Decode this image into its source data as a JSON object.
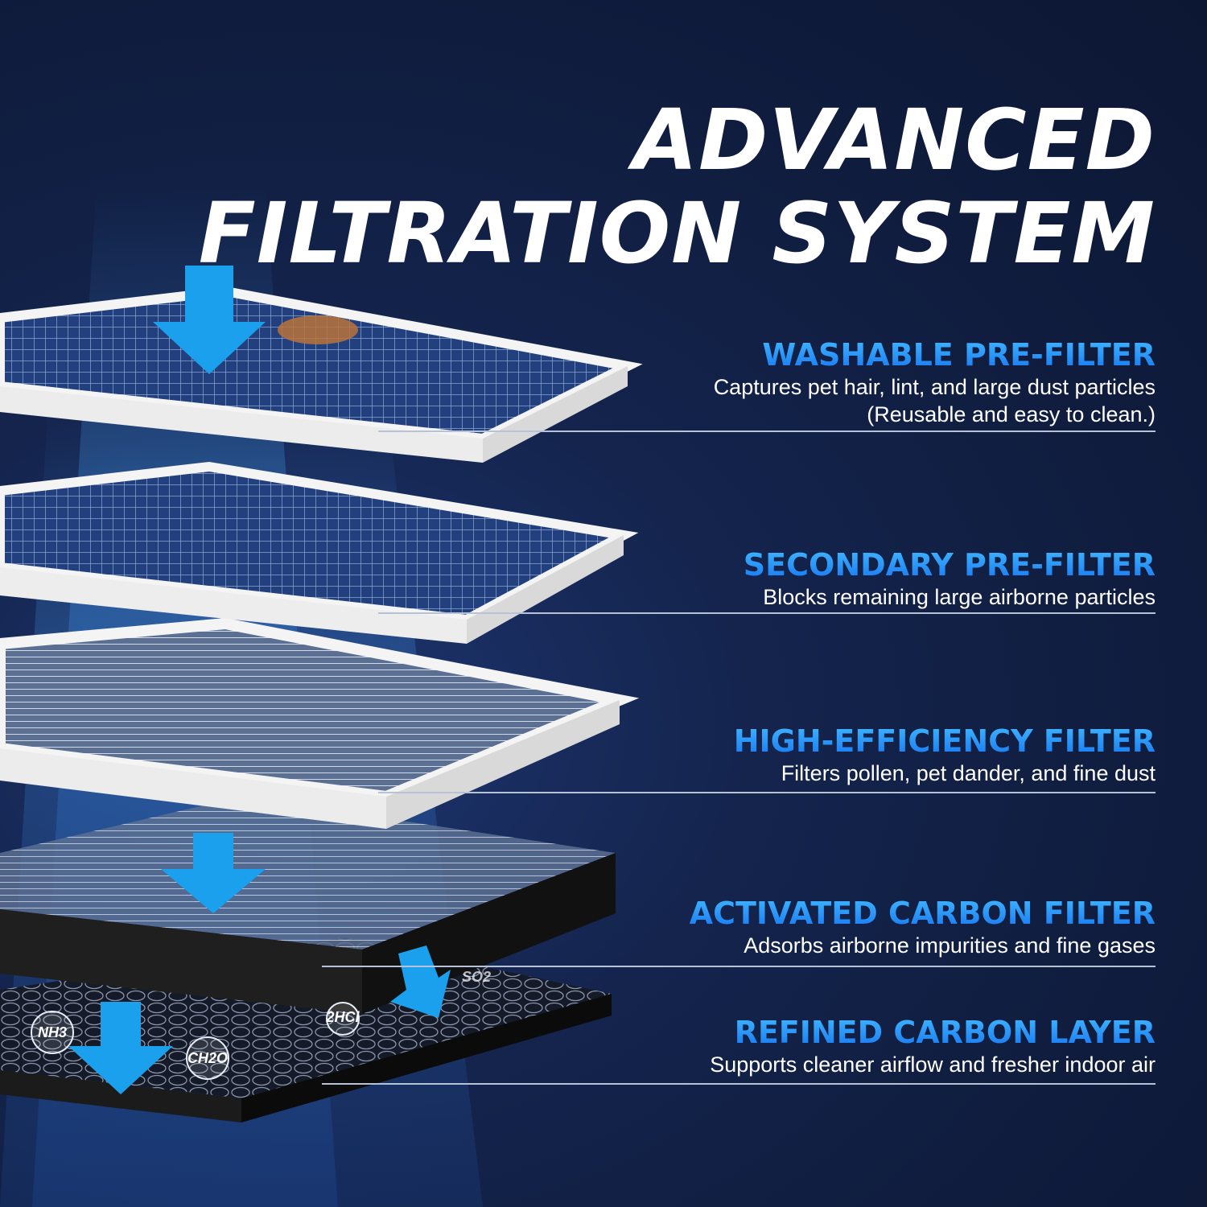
{
  "title": {
    "line1": "ADVANCED",
    "line2": "FILTRATION SYSTEM"
  },
  "layers": [
    {
      "heading": "WASHABLE PRE-FILTER",
      "description": [
        "Captures pet hair, lint, and large dust particles",
        "(Reusable and easy to clean.)"
      ]
    },
    {
      "heading": "SECONDARY PRE-FILTER",
      "description": [
        "Blocks remaining large airborne particles"
      ]
    },
    {
      "heading": "HIGH-EFFICIENCY FILTER",
      "description": [
        "Filters pollen, pet dander, and fine dust"
      ]
    },
    {
      "heading": "ACTIVATED CARBON FILTER",
      "description": [
        "Adsorbs airborne impurities and fine gases"
      ]
    },
    {
      "heading": "REFINED CARBON LAYER",
      "description": [
        "Supports cleaner airflow and fresher indoor air"
      ]
    }
  ],
  "molecules": [
    "NH3",
    "CH2O",
    "2HCl",
    "SO2"
  ],
  "colors": {
    "background": "#132149",
    "heading_blue": "#1e88f5",
    "arrow_blue": "#1a9be8",
    "frame_white": "#f2f2f2",
    "carbon_black": "#1a1a1a"
  }
}
